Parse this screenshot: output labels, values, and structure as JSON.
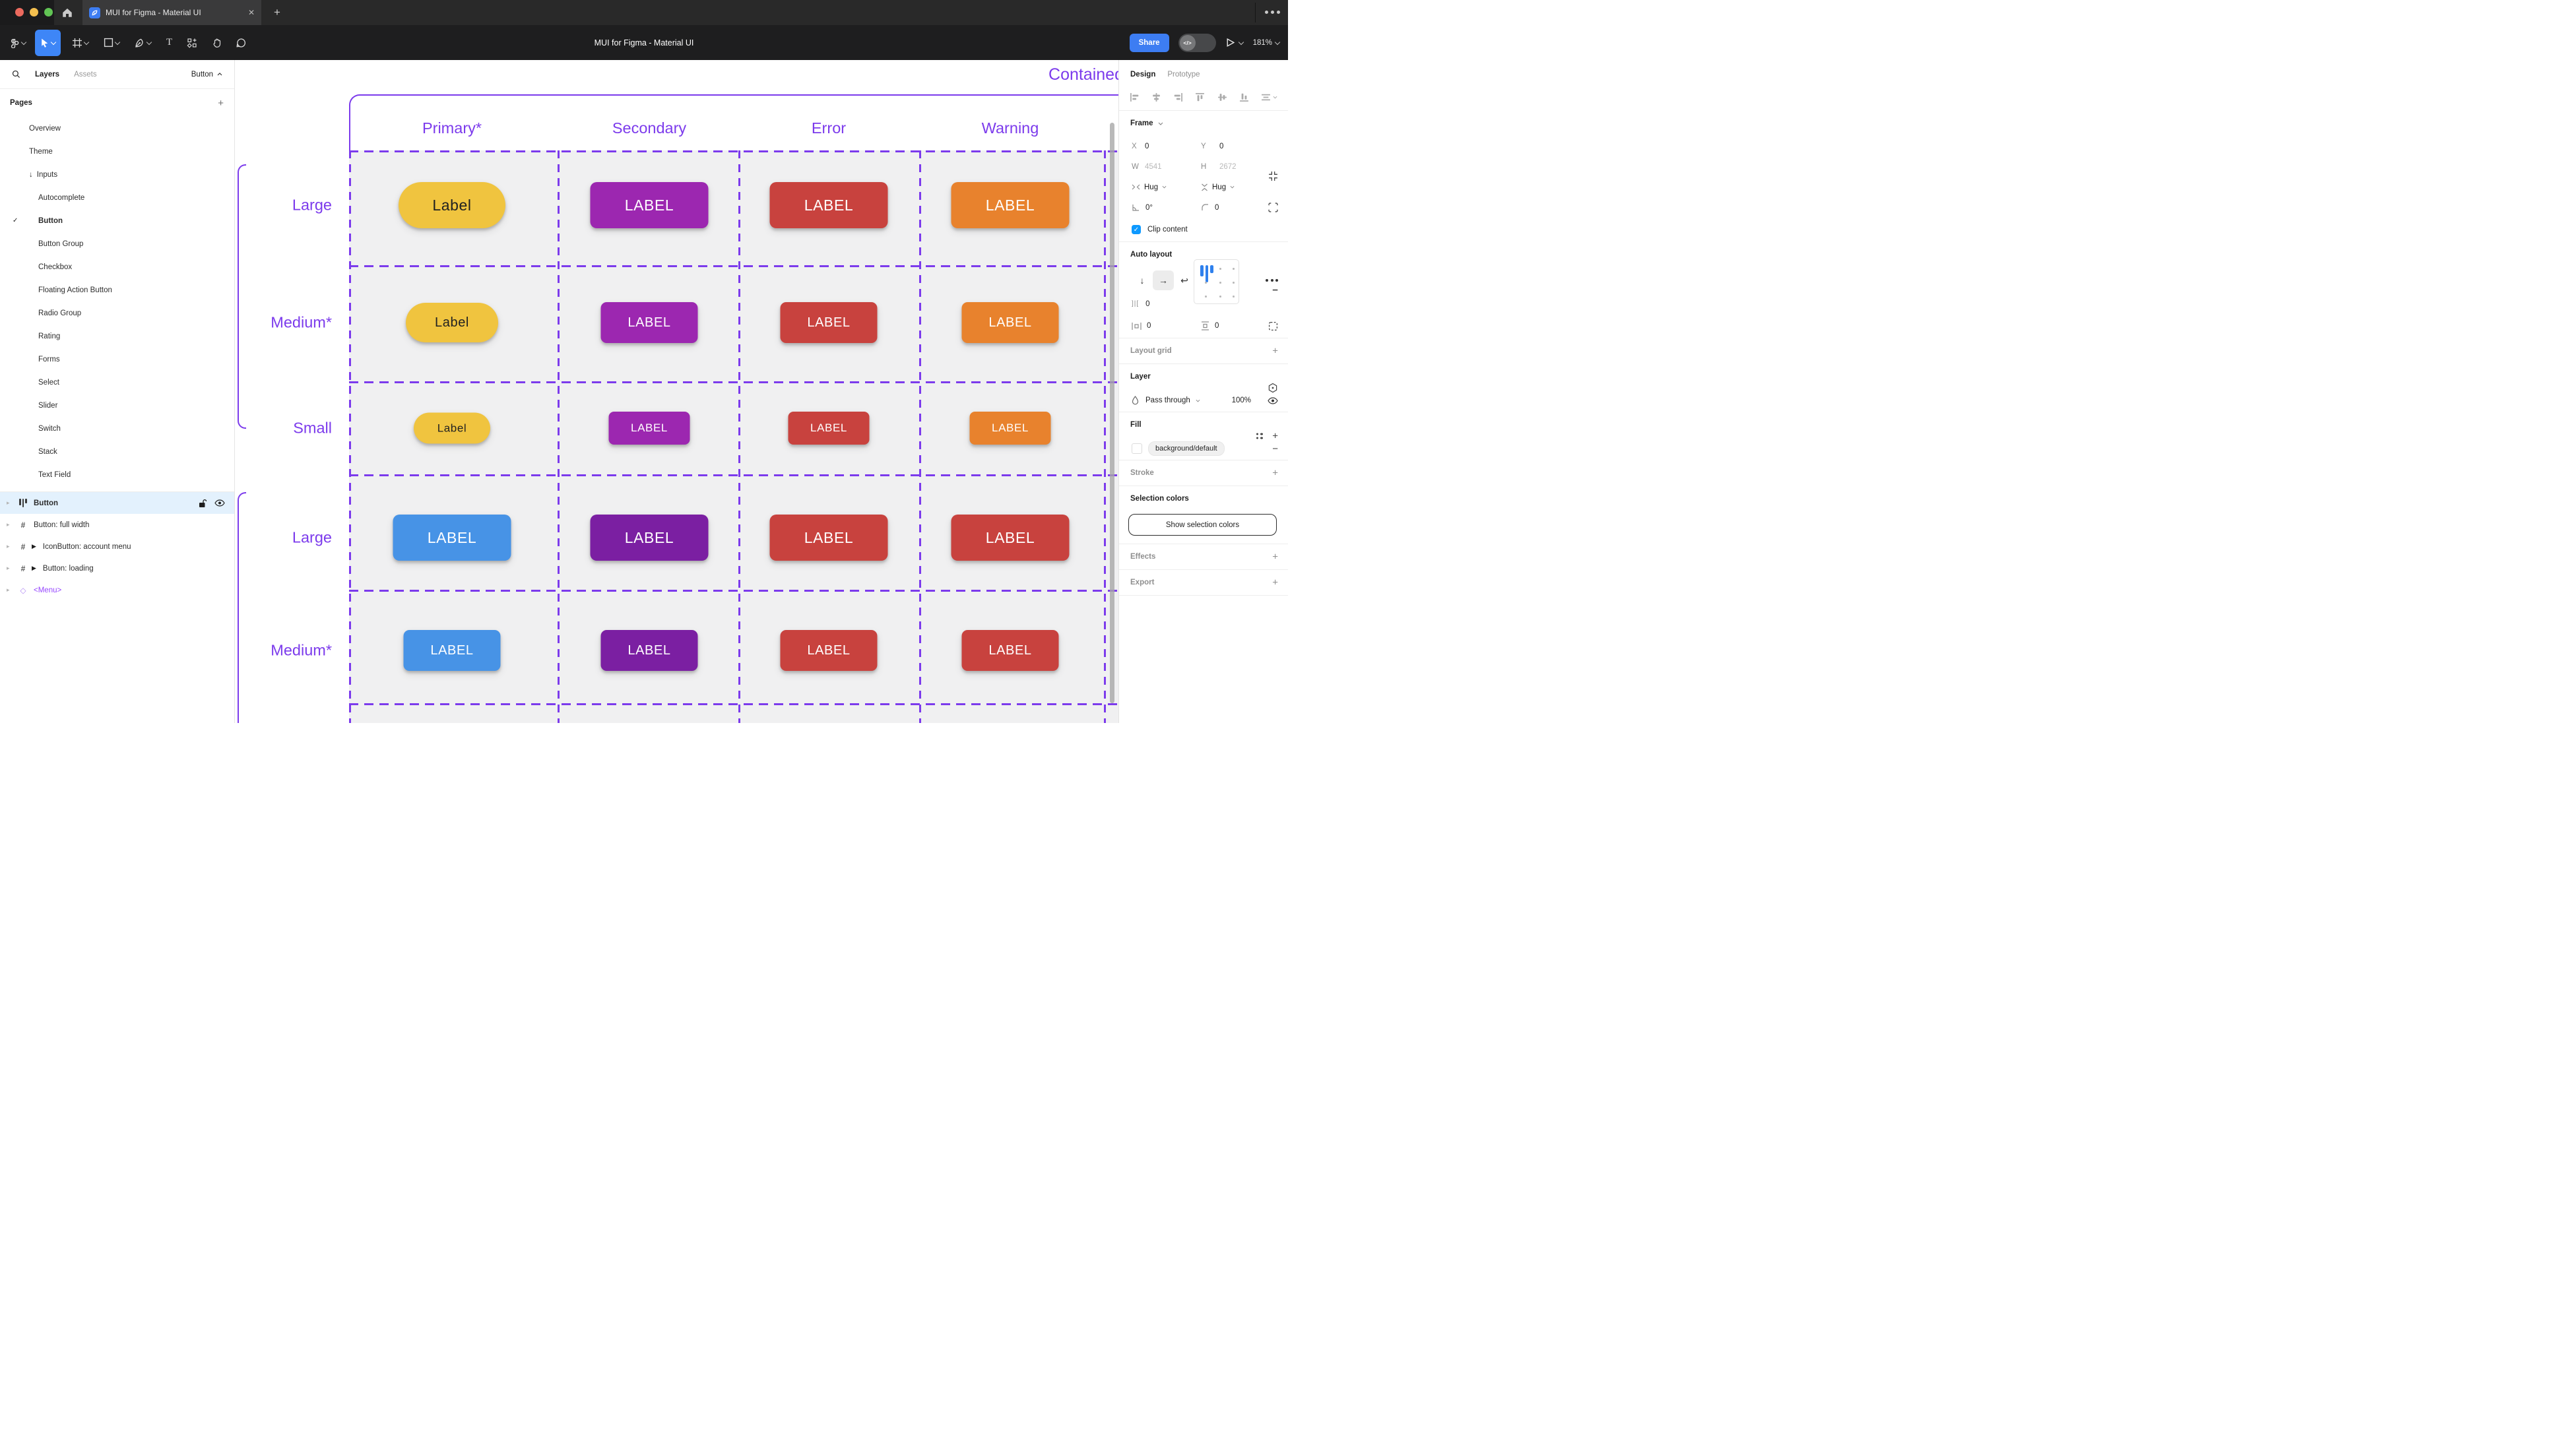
{
  "window": {
    "tab_title": "MUI for Figma - Material UI",
    "toolbar_title": "MUI for Figma - Material UI",
    "share_label": "Share",
    "dev_toggle_glyph": "</>",
    "zoom_level": "181%"
  },
  "left_panel": {
    "tab_layers": "Layers",
    "tab_assets": "Assets",
    "page_chip": "Button",
    "pages_title": "Pages",
    "pages": [
      {
        "label": "Overview",
        "indent": 1
      },
      {
        "label": "Theme",
        "indent": 1
      },
      {
        "label": "Inputs",
        "indent": 1,
        "prefix": "↓"
      },
      {
        "label": "Autocomplete",
        "indent": 2
      },
      {
        "label": "Button",
        "indent": 2,
        "checked": true,
        "active": true
      },
      {
        "label": "Button Group",
        "indent": 2
      },
      {
        "label": "Checkbox",
        "indent": 2
      },
      {
        "label": "Floating Action Button",
        "indent": 2
      },
      {
        "label": "Radio Group",
        "indent": 2
      },
      {
        "label": "Rating",
        "indent": 2
      },
      {
        "label": "Forms",
        "indent": 2
      },
      {
        "label": "Select",
        "indent": 2
      },
      {
        "label": "Slider",
        "indent": 2
      },
      {
        "label": "Switch",
        "indent": 2
      },
      {
        "label": "Stack",
        "indent": 2
      },
      {
        "label": "Text Field",
        "indent": 2
      }
    ],
    "layers": [
      {
        "label": "Button",
        "icon": "autolayout",
        "selected": true
      },
      {
        "label": "Button: full width",
        "icon": "frame"
      },
      {
        "label": "IconButton: account menu",
        "icon": "frame",
        "play": true
      },
      {
        "label": "Button: loading",
        "icon": "frame",
        "play": true
      },
      {
        "label": "<Menu>",
        "icon": "diamond",
        "purple": true
      }
    ]
  },
  "canvas": {
    "frame_title": "Contained",
    "columns": [
      "Primary*",
      "Secondary",
      "Error",
      "Warning"
    ],
    "rows": [
      {
        "label": "Large",
        "size": "large",
        "cells": [
          {
            "text": "Label",
            "bg": "#F0C43F",
            "fg": "#212121",
            "pill": true
          },
          {
            "text": "LABEL",
            "bg": "#9C27B0",
            "fg": "#FFFFFF"
          },
          {
            "text": "LABEL",
            "bg": "#C8423E",
            "fg": "#FFFFFF"
          },
          {
            "text": "LABEL",
            "bg": "#E8822D",
            "fg": "#FFFFFF"
          }
        ]
      },
      {
        "label": "Medium*",
        "size": "medium",
        "cells": [
          {
            "text": "Label",
            "bg": "#F0C43F",
            "fg": "#212121",
            "pill": true
          },
          {
            "text": "LABEL",
            "bg": "#9C27B0",
            "fg": "#FFFFFF"
          },
          {
            "text": "LABEL",
            "bg": "#C8423E",
            "fg": "#FFFFFF"
          },
          {
            "text": "LABEL",
            "bg": "#E8822D",
            "fg": "#FFFFFF"
          }
        ]
      },
      {
        "label": "Small",
        "size": "small",
        "cells": [
          {
            "text": "Label",
            "bg": "#F0C43F",
            "fg": "#212121",
            "pill": true
          },
          {
            "text": "LABEL",
            "bg": "#9C27B0",
            "fg": "#FFFFFF"
          },
          {
            "text": "LABEL",
            "bg": "#C8423E",
            "fg": "#FFFFFF"
          },
          {
            "text": "LABEL",
            "bg": "#E8822D",
            "fg": "#FFFFFF"
          }
        ]
      },
      {
        "label": "Large",
        "size": "large",
        "cells": [
          {
            "text": "LABEL",
            "bg": "#4793E6",
            "fg": "#FFFFFF"
          },
          {
            "text": "LABEL",
            "bg": "#7B1FA2",
            "fg": "#FFFFFF"
          },
          {
            "text": "LABEL",
            "bg": "#C8423E",
            "fg": "#FFFFFF"
          },
          {
            "text": "LABEL",
            "bg": "#C8423E",
            "fg": "#FFFFFF"
          }
        ]
      },
      {
        "label": "Medium*",
        "size": "medium",
        "cells": [
          {
            "text": "LABEL",
            "bg": "#4793E6",
            "fg": "#FFFFFF"
          },
          {
            "text": "LABEL",
            "bg": "#7B1FA2",
            "fg": "#FFFFFF"
          },
          {
            "text": "LABEL",
            "bg": "#C8423E",
            "fg": "#FFFFFF"
          },
          {
            "text": "LABEL",
            "bg": "#C8423E",
            "fg": "#FFFFFF"
          }
        ]
      }
    ],
    "accent_color": "#7C3BEC"
  },
  "right_panel": {
    "tab_design": "Design",
    "tab_prototype": "Prototype",
    "frame": {
      "title": "Frame",
      "x_label": "X",
      "x_value": "0",
      "y_label": "Y",
      "y_value": "0",
      "w_label": "W",
      "w_value": "4541",
      "h_label": "H",
      "h_value": "2672",
      "hug_h": "Hug",
      "hug_v": "Hug",
      "rotation": "0°",
      "radius": "0",
      "clip_label": "Clip content"
    },
    "auto_layout": {
      "title": "Auto layout",
      "gap": "0",
      "pad_h": "0",
      "pad_v": "0"
    },
    "layout_grid_label": "Layout grid",
    "layer": {
      "title": "Layer",
      "blend_mode": "Pass through",
      "opacity": "100%"
    },
    "fill": {
      "title": "Fill",
      "token": "background/default"
    },
    "stroke_label": "Stroke",
    "selection_colors": {
      "title": "Selection colors",
      "button_label": "Show selection colors"
    },
    "effects_label": "Effects",
    "export_label": "Export"
  }
}
